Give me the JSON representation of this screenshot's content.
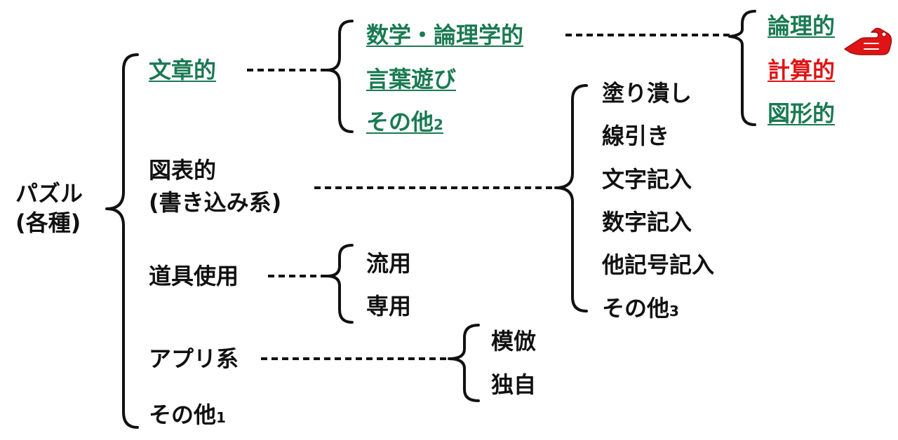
{
  "colors": {
    "text": "#111111",
    "link": "#1a7a52",
    "highlight": "#e01414",
    "pointer": "#e01414"
  },
  "root": {
    "line1": "パズル",
    "line2": "(各種)"
  },
  "category_text": {
    "label": "文章的"
  },
  "category_chart": {
    "line1": "図表的",
    "line2": "(書き込み系)"
  },
  "category_tool": {
    "label": "道具使用"
  },
  "category_app": {
    "label": "アプリ系"
  },
  "category_other": {
    "label": "その他",
    "sub": "1"
  },
  "text_branch": {
    "item_math": "数学・論理学的",
    "item_wordplay": "言葉遊び",
    "item_other_label": "その他",
    "item_other_sub": "2"
  },
  "math_branch": {
    "item_logic": "論理的",
    "item_calc": "計算的",
    "item_figure": "図形的"
  },
  "chart_branch": {
    "item_fill": "塗り潰し",
    "item_line": "線引き",
    "item_letter": "文字記入",
    "item_number": "数字記入",
    "item_symbol": "他記号記入",
    "item_other_label": "その他",
    "item_other_sub": "3"
  },
  "tool_branch": {
    "item_general": "流用",
    "item_dedicated": "専用"
  },
  "app_branch": {
    "item_imitation": "模倣",
    "item_original": "独自"
  },
  "icons": {
    "pointer": "pointing-hand-icon"
  }
}
